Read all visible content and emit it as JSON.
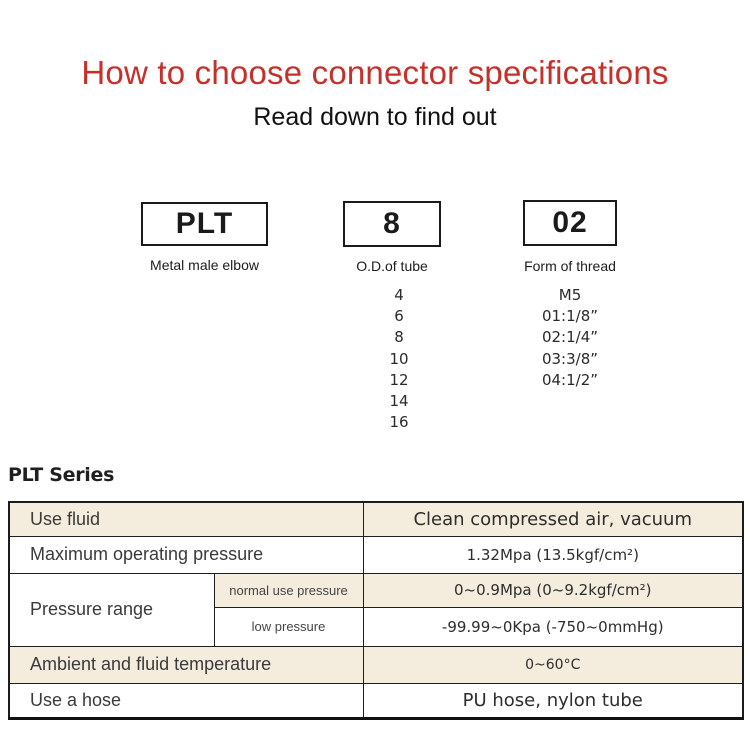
{
  "header": {
    "title": "How to choose connector specifications",
    "subtitle": "Read down to find out",
    "title_color": "#c5302a"
  },
  "model_code": {
    "segments": [
      {
        "code": "PLT",
        "label": "Metal male elbow"
      },
      {
        "code": "8",
        "label": "O.D.of tube"
      },
      {
        "code": "02",
        "label": "Form of thread"
      }
    ],
    "tube_sizes": [
      "4",
      "6",
      "8",
      "10",
      "12",
      "14",
      "16"
    ],
    "thread_forms": [
      "M5",
      "01:1/8”",
      "02:1/4”",
      "03:3/8”",
      "04:1/2”"
    ]
  },
  "series_heading": "PLT Series",
  "spec_table": {
    "stripe_color": "#f4edde",
    "rows": [
      {
        "label": "Use fluid",
        "value": "Clean compressed air, vacuum"
      },
      {
        "label": "Maximum operating pressure",
        "value": "1.32Mpa (13.5kgf/cm²)"
      },
      {
        "label": "Pressure range",
        "sub_rows": [
          {
            "sub_label": "normal use pressure",
            "value": "0~0.9Mpa (0~9.2kgf/cm²)"
          },
          {
            "sub_label": "low pressure",
            "value": "-99.99~0Kpa (-750~0mmHg)"
          }
        ]
      },
      {
        "label": "Ambient and fluid temperature",
        "value": "0~60°C"
      },
      {
        "label": "Use a hose",
        "value": "PU hose, nylon tube"
      }
    ]
  }
}
